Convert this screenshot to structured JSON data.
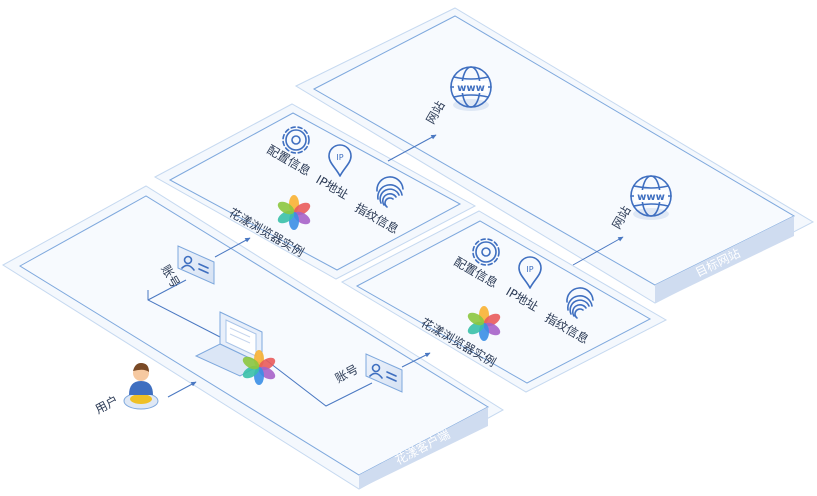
{
  "labels": {
    "target_site_region": "目标网站",
    "client_region": "花漾客户端",
    "user": "用户",
    "account_left": "账号",
    "account_right": "账号",
    "website_top": "网站",
    "website_bottom": "网站",
    "config_top": "配置信息",
    "ip_top": "IP地址",
    "fingerprint_top": "指纹信息",
    "instance_top": "花漾浏览器实例",
    "config_bottom": "配置信息",
    "ip_bottom": "IP地址",
    "fingerprint_bottom": "指纹信息",
    "instance_bottom": "花漾浏览器实例"
  },
  "icons": {
    "globe": "globe-www-icon",
    "gear": "gear-icon",
    "pin": "ip-pin-icon",
    "fingerprint": "fingerprint-icon",
    "logo": "huayang-flower-logo",
    "id_card": "id-card-icon",
    "laptop": "laptop-icon",
    "user": "user-avatar-icon"
  },
  "colors": {
    "panel_fill": "#f4f8fd",
    "panel_border": "#c6d9f0",
    "inner_border": "#7ea8dd",
    "edge": "#4a78c2",
    "label_band": "#cfdcf0",
    "icon_stroke": "#3f6fc0"
  }
}
